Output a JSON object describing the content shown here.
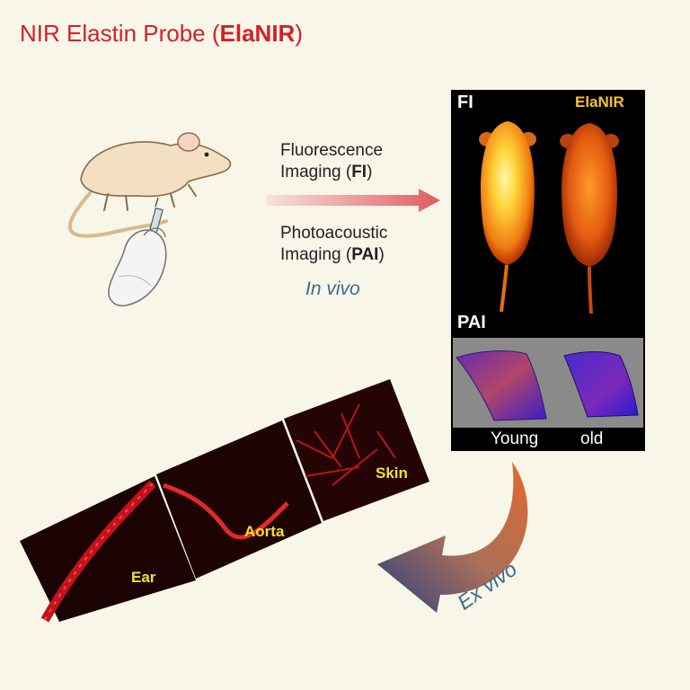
{
  "title": {
    "prefix": "NIR Elastin Probe (",
    "probe": "ElaNIR",
    "suffix": ")"
  },
  "labels": {
    "fi_line1": "Fluorescence",
    "fi_line2_prefix": "Imaging (",
    "fi_abbr": "FI",
    "fi_line2_suffix": ")",
    "pai_line1": "Photoacoustic",
    "pai_line2_prefix": "Imaging (",
    "pai_abbr": "PAI",
    "pai_line2_suffix": ")",
    "in_vivo": "In vivo",
    "ex_vivo": "Ex vivo"
  },
  "imaging_panel": {
    "fi_label": "FI",
    "probe_label": "ElaNIR",
    "pai_label": "PAI",
    "young_label": "Young",
    "old_label": "old"
  },
  "tissues": {
    "ear": "Ear",
    "aorta": "Aorta",
    "skin": "Skin"
  },
  "colors": {
    "title": "#d42027",
    "in_vivo_text": "#3d6a8e",
    "probe_label": "#f4c330",
    "tile_label": "#f2e22e",
    "arrow": "#e05a62"
  },
  "icons": [
    "mouse-illustration",
    "gloved-hand-syringe-icon",
    "right-arrow",
    "curved-return-arrow"
  ]
}
